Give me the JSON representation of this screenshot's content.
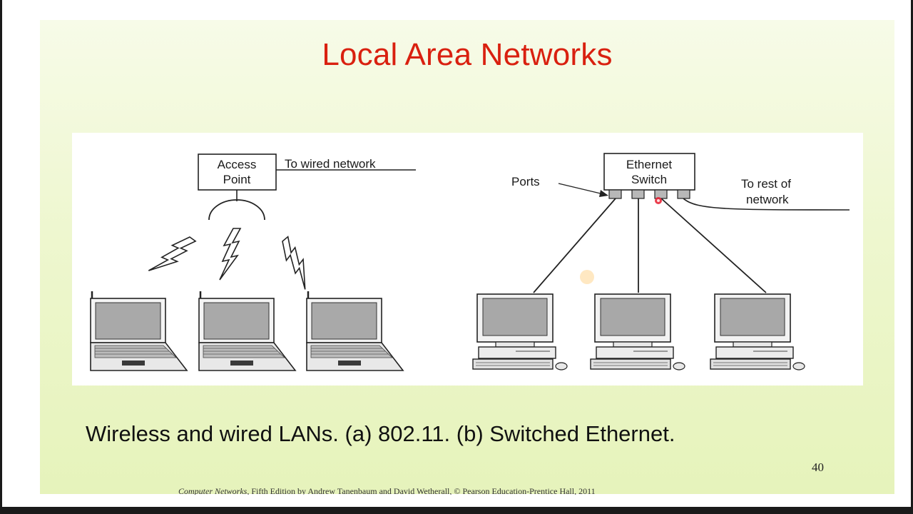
{
  "slide": {
    "title": "Local Area Networks",
    "caption": "Wireless and wired LANs. (a) 802.11. (b) Switched Ethernet.",
    "page_number": "40",
    "footer_book": "Computer Networks",
    "footer_rest": ", Fifth Edition by Andrew Tanenbaum and David Wetherall, © Pearson Education-Prentice Hall, 2011"
  },
  "wireless": {
    "access_point_line1": "Access",
    "access_point_line2": "Point",
    "wired_label": "To wired network"
  },
  "wired": {
    "switch_line1": "Ethernet",
    "switch_line2": "Switch",
    "ports_label": "Ports",
    "rest_line1": "To rest of",
    "rest_line2": "network"
  },
  "colors": {
    "title": "#d9200f",
    "slide_background": "#eef7cf",
    "laser_pointer": "#e8283a"
  }
}
